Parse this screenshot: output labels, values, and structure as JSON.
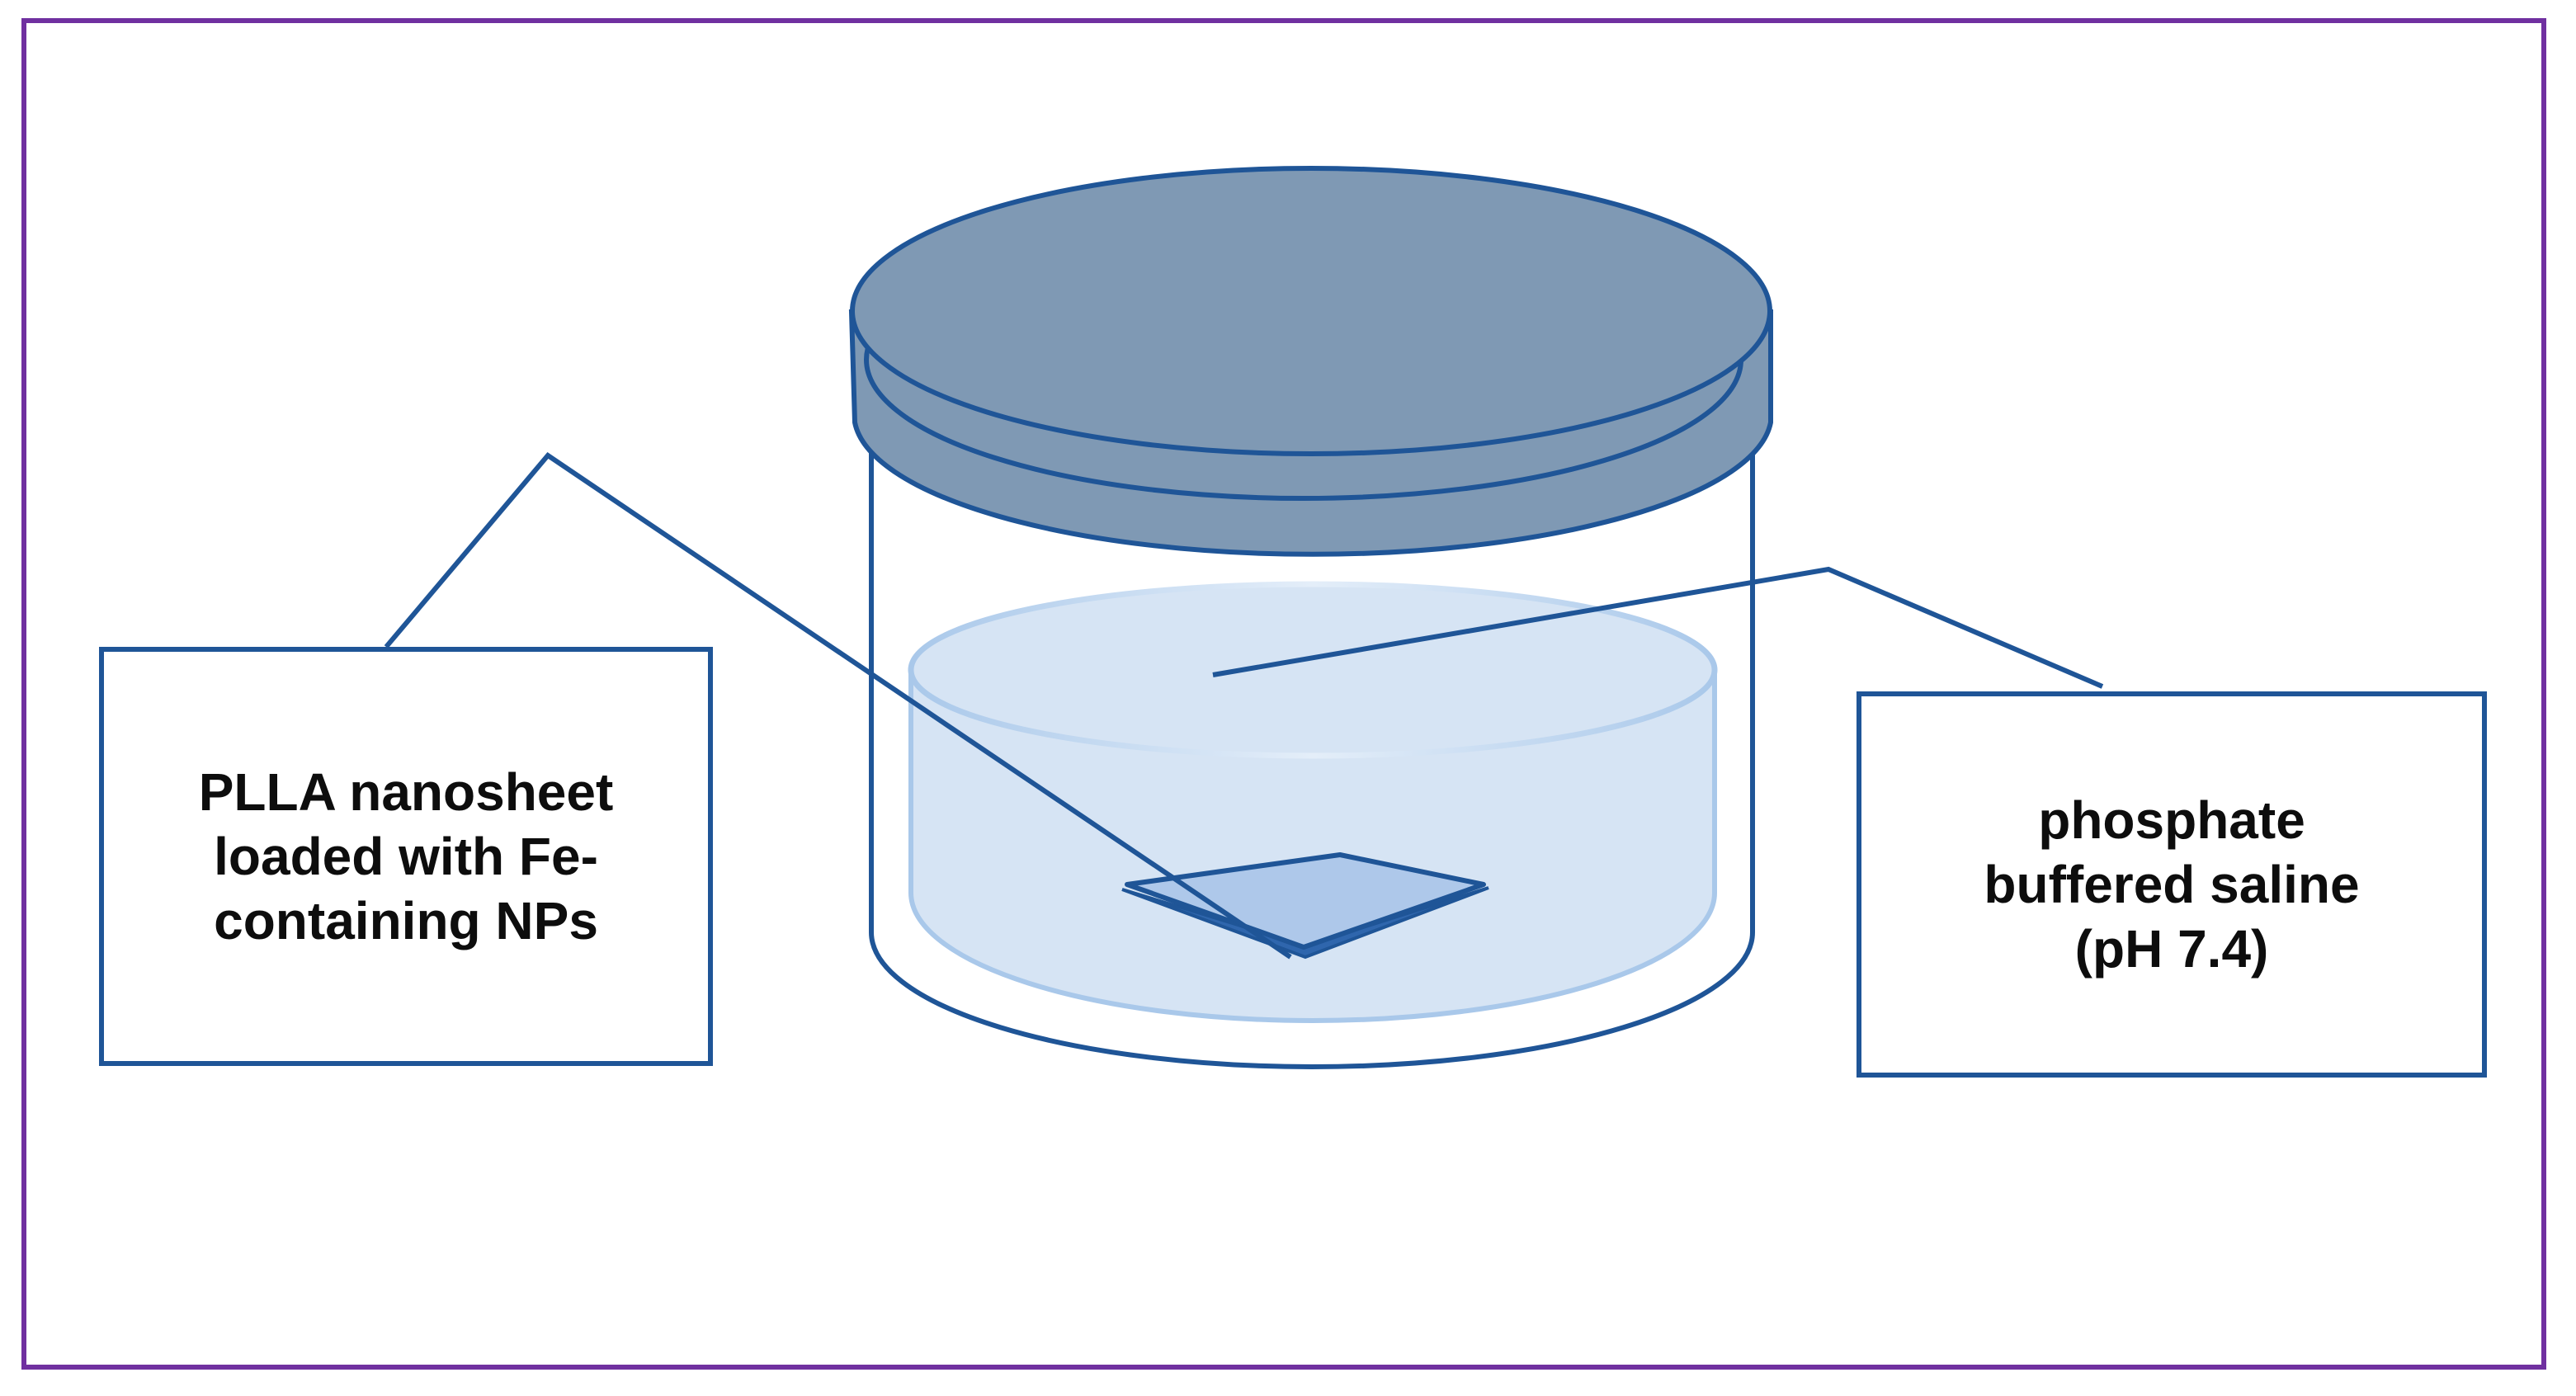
{
  "colors": {
    "frame": "#7030a0",
    "outline": "#1f5597",
    "lid_fill": "#7f99b4",
    "liquid_fill": "#d6e4f4",
    "liquid_edge": "#a9c8ea",
    "sheet_fill": "#aec8ea",
    "text": "#0d0d0d"
  },
  "labels": {
    "left": {
      "lines": [
        "PLLA nanosheet",
        "loaded with Fe-",
        "containing NPs"
      ]
    },
    "right": {
      "lines": [
        "phosphate",
        "buffered saline",
        "(pH 7.4)"
      ]
    }
  }
}
